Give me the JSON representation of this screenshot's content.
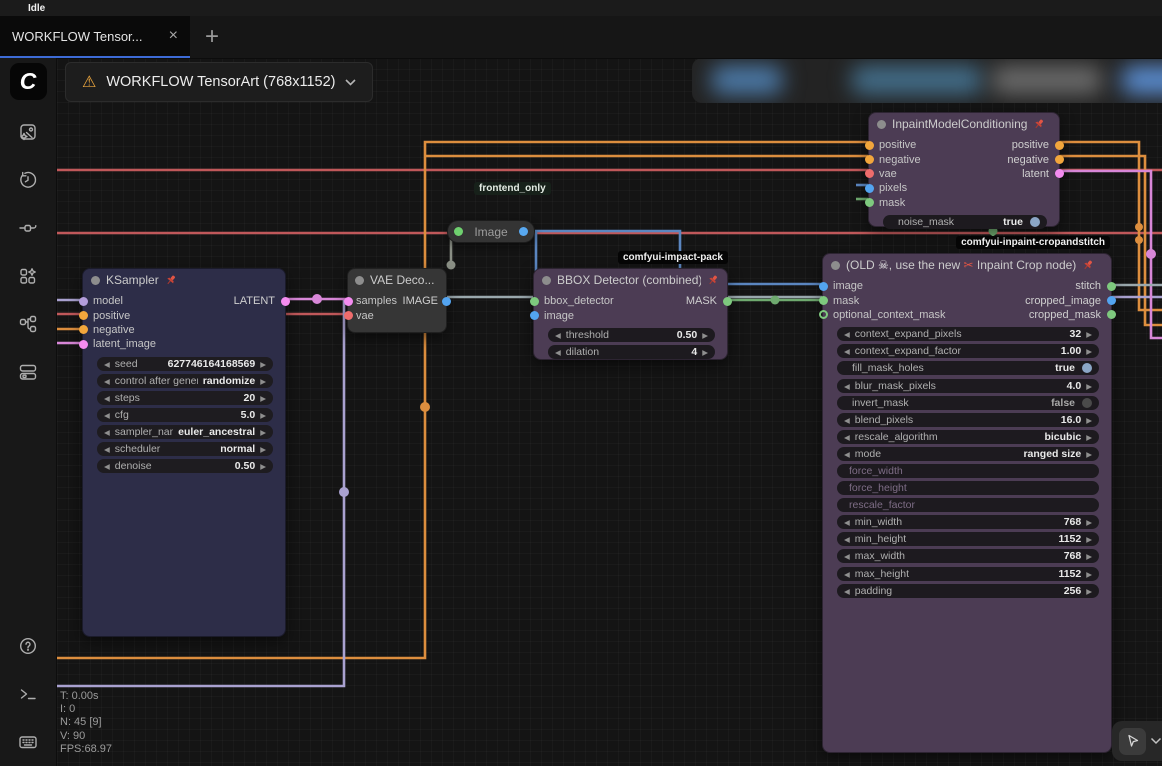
{
  "top_bar": {
    "status_label": "Idle"
  },
  "tab_bar": {
    "active_tab_title": "WORKFLOW Tensor...",
    "close_label": "×",
    "new_tab_label": "+"
  },
  "workflow_selector": {
    "warning_icon": "⚠",
    "title": "WORKFLOW TensorArt (768x1152)"
  },
  "badges": {
    "frontend_only": "frontend_only",
    "impact_pack": "comfyui-impact-pack",
    "cropandstitch": "comfyui-inpaint-cropandstitch"
  },
  "perf_stats": {
    "t": "T: 0.00s",
    "i": "I: 0",
    "n": "N: 45 [9]",
    "v": "V: 90",
    "fps": "FPS:68.97"
  },
  "nodes": {
    "ksampler": {
      "title": "KSampler",
      "slots": {
        "in0": "model",
        "in1": "positive",
        "in2": "negative",
        "in3": "latent_image",
        "out0": "LATENT"
      },
      "widgets": [
        {
          "name": "seed",
          "value": "627746164168569"
        },
        {
          "name": "control after generate",
          "value": "randomize"
        },
        {
          "name": "steps",
          "value": "20"
        },
        {
          "name": "cfg",
          "value": "5.0"
        },
        {
          "name": "sampler_name",
          "value": "euler_ancestral"
        },
        {
          "name": "scheduler",
          "value": "normal"
        },
        {
          "name": "denoise",
          "value": "0.50"
        }
      ]
    },
    "vae_decode": {
      "title": "VAE Deco...",
      "slots": {
        "in0": "samples",
        "in1": "vae",
        "out0": "IMAGE"
      }
    },
    "image": {
      "title": "Image"
    },
    "bbox_detector": {
      "title": "BBOX Detector (combined)",
      "slots": {
        "in0": "bbox_detector",
        "in1": "image",
        "out0": "MASK"
      },
      "widgets": [
        {
          "name": "threshold",
          "value": "0.50"
        },
        {
          "name": "dilation",
          "value": "4"
        }
      ]
    },
    "inpaint_conditioning": {
      "title": "InpaintModelConditioning",
      "slots": {
        "in0": "positive",
        "in1": "negative",
        "in2": "vae",
        "in3": "pixels",
        "in4": "mask",
        "out0": "positive",
        "out1": "negative",
        "out2": "latent"
      },
      "widgets": [
        {
          "name": "noise_mask",
          "value": "true"
        }
      ]
    },
    "inpaint_crop": {
      "title_parts": {
        "pre": "(OLD ",
        "skull": "☠",
        "mid": ", use the new ",
        "scissors": "✂",
        "post": " Inpaint Crop node)"
      },
      "slots": {
        "in0": "image",
        "in1": "mask",
        "in2": "optional_context_mask",
        "out0": "stitch",
        "out1": "cropped_image",
        "out2": "cropped_mask"
      },
      "widgets": [
        {
          "name": "context_expand_pixels",
          "value": "32"
        },
        {
          "name": "context_expand_factor",
          "value": "1.00"
        },
        {
          "name": "fill_mask_holes",
          "value": "true"
        },
        {
          "name": "blur_mask_pixels",
          "value": "4.0"
        },
        {
          "name": "invert_mask",
          "value": "false"
        },
        {
          "name": "blend_pixels",
          "value": "16.0"
        },
        {
          "name": "rescale_algorithm",
          "value": "bicubic"
        },
        {
          "name": "mode",
          "value": "ranged size"
        },
        {
          "name": "force_width",
          "value": ""
        },
        {
          "name": "force_height",
          "value": ""
        },
        {
          "name": "rescale_factor",
          "value": ""
        },
        {
          "name": "min_width",
          "value": "768"
        },
        {
          "name": "min_height",
          "value": "1152"
        },
        {
          "name": "max_width",
          "value": "768"
        },
        {
          "name": "max_height",
          "value": "1152"
        },
        {
          "name": "padding",
          "value": "256"
        }
      ]
    }
  },
  "colors": {
    "accent_blue": "#3d6bd6",
    "warning_orange": "#eda73e",
    "wire_red": "#c0585a",
    "wire_orange": "#dd8e3e",
    "wire_pink": "#d887d8",
    "wire_lavender": "#a9a1d0",
    "wire_blue": "#5b86c0",
    "wire_green": "#6faa6f"
  }
}
